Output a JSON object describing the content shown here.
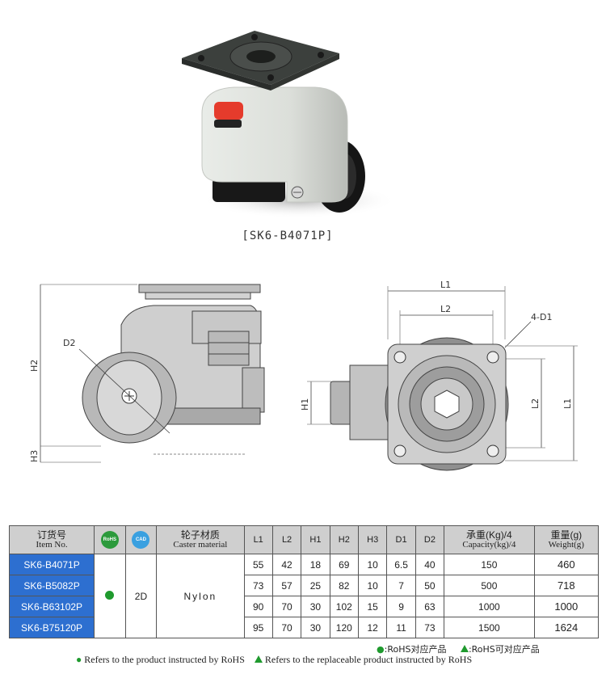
{
  "product": {
    "caption": "[SK6-B4071P]"
  },
  "drawing_labels": {
    "l1": "L1",
    "l2": "L2",
    "d1": "4-D1",
    "d2": "D2",
    "h1": "H1",
    "h2": "H2",
    "h3": "H3"
  },
  "table": {
    "headers": {
      "item_cn": "订货号",
      "item_en": "Item No.",
      "rohs_badge": "RoHS",
      "cad_badge": "CAD",
      "material_cn": "轮子材质",
      "material_en": "Caster material",
      "l1": "L1",
      "l2": "L2",
      "h1": "H1",
      "h2": "H2",
      "h3": "H3",
      "d1": "D1",
      "d2": "D2",
      "capacity_cn": "承重(Kg)/4",
      "capacity_en": "Capacity(kg)/4",
      "weight_cn": "重量(g)",
      "weight_en": "Weight(g)"
    },
    "cad_value": "2D",
    "material_value": "Nylon",
    "rows": [
      {
        "item": "SK6-B4071P",
        "l1": "55",
        "l2": "42",
        "h1": "18",
        "h2": "69",
        "h3": "10",
        "d1": "6.5",
        "d2": "40",
        "capacity": "150",
        "weight": "460"
      },
      {
        "item": "SK6-B5082P",
        "l1": "73",
        "l2": "57",
        "h1": "25",
        "h2": "82",
        "h3": "10",
        "d1": "7",
        "d2": "50",
        "capacity": "500",
        "weight": "718"
      },
      {
        "item": "SK6-B63102P",
        "l1": "90",
        "l2": "70",
        "h1": "30",
        "h2": "102",
        "h3": "15",
        "d1": "9",
        "d2": "63",
        "capacity": "1000",
        "weight": "1000"
      },
      {
        "item": "SK6-B75120P",
        "l1": "95",
        "l2": "70",
        "h1": "30",
        "h2": "120",
        "h3": "12",
        "d1": "11",
        "d2": "73",
        "capacity": "1500",
        "weight": "1624"
      }
    ]
  },
  "legend": {
    "rohs_cn": ":RoHS对应产品",
    "replaceable_cn": ":RoHS可对应产品",
    "rohs_en": "Refers to the product instructed by RoHS",
    "replaceable_en": "Refers to the replaceable product instructed by RoHS"
  },
  "colors": {
    "item_cell": "#2d6fd0",
    "rohs_green": "#1f9a2e",
    "header_gray": "#cfcfcf"
  }
}
